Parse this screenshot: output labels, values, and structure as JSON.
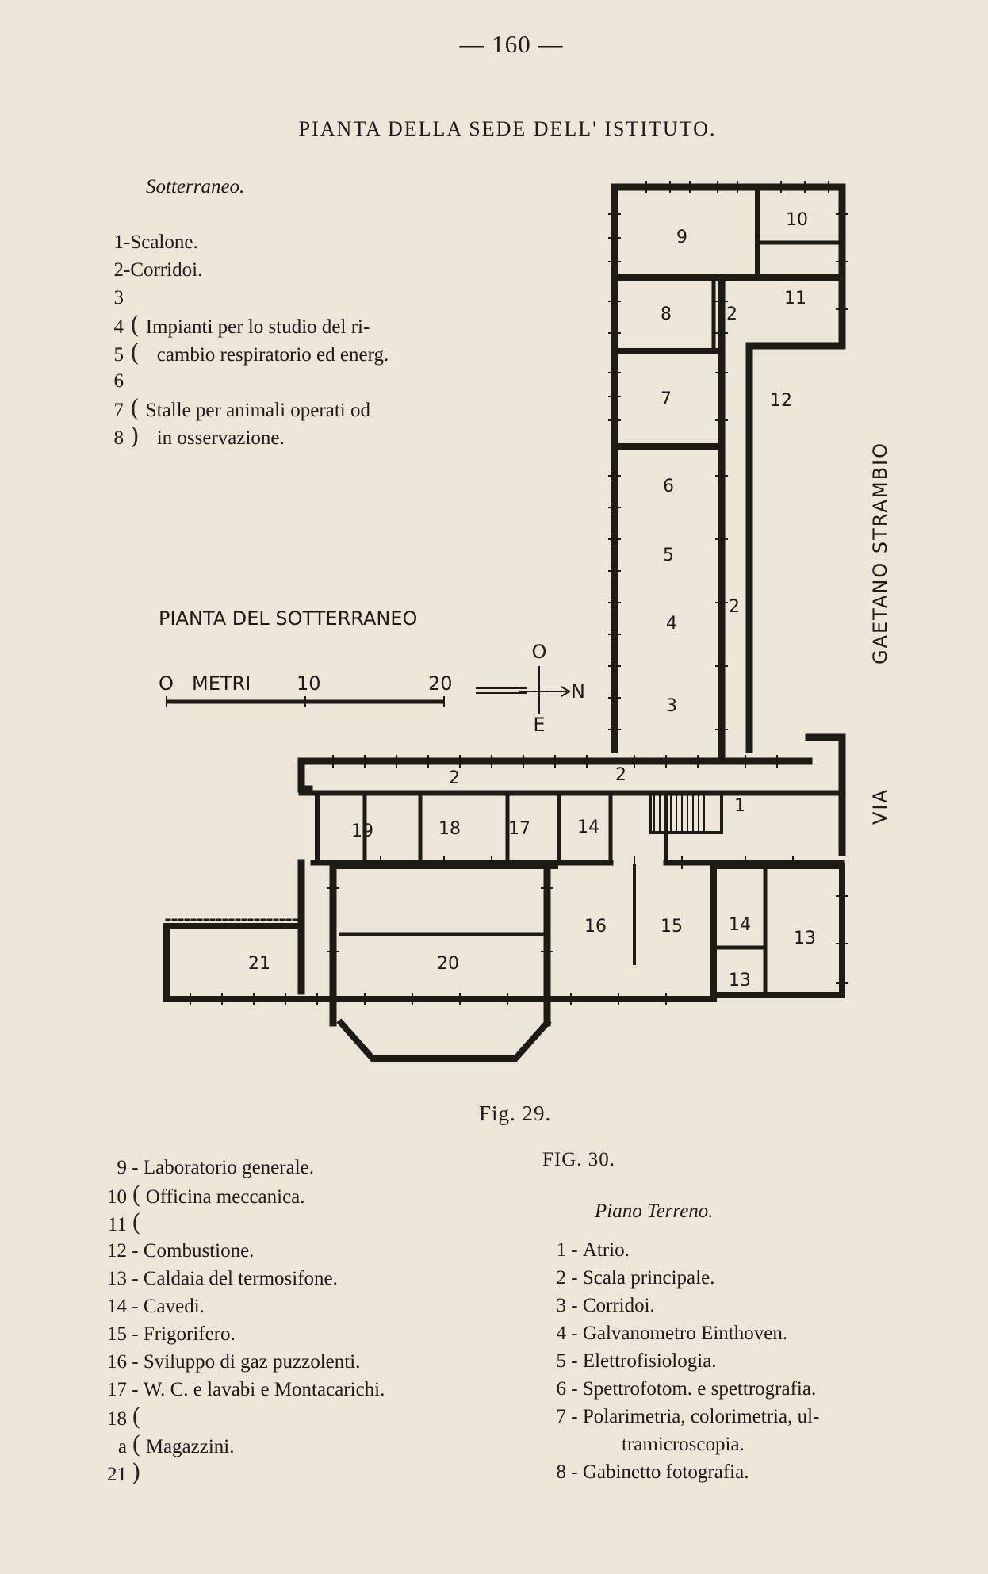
{
  "page_number": "— 160 —",
  "title": "PIANTA DELLA SEDE DELL' ISTITUTO.",
  "basement": {
    "heading": "Sotterraneo.",
    "items": [
      {
        "num": "1",
        "sep": " - ",
        "text": "Scalone."
      },
      {
        "num": "2",
        "sep": " - ",
        "text": "Corridoi."
      },
      {
        "num": "3",
        "sep": "",
        "text": ""
      },
      {
        "num": "4",
        "sep": "",
        "text": "Impianti per lo studio del ri-"
      },
      {
        "num": "5",
        "sep": "",
        "text": "cambio respiratorio ed energ."
      },
      {
        "num": "6",
        "sep": "",
        "text": ""
      },
      {
        "num": "7",
        "sep": "",
        "text": "Stalle per animali operati od"
      },
      {
        "num": "8",
        "sep": "",
        "text": "in osservazione."
      }
    ]
  },
  "plan": {
    "basement_label": "PIANTA DEL SOTTERRANEO",
    "scale_label": "O METRI 10 20",
    "scale_zero": "O",
    "scale_unit": "METRI",
    "scale_ten": "10",
    "scale_twenty": "20",
    "compass": {
      "top": "O",
      "right": "N",
      "bottom": "E"
    },
    "street_east": "GAETANO STRAMBIO",
    "street_south": "VIA",
    "rooms": [
      "1",
      "2",
      "2",
      "2",
      "2",
      "3",
      "4",
      "5",
      "6",
      "7",
      "8",
      "9",
      "10",
      "11",
      "12",
      "13",
      "13",
      "14",
      "14",
      "15",
      "16",
      "17",
      "18",
      "19",
      "20",
      "21"
    ]
  },
  "figure_caption": "Fig. 29.",
  "figure_caption_2": "FIG. 30.",
  "left_list": [
    {
      "num": "9",
      "text": "Laboratorio generale."
    },
    {
      "num": "10",
      "text": "Officina meccanica."
    },
    {
      "num": "11",
      "text": ""
    },
    {
      "num": "12",
      "text": "Combustione."
    },
    {
      "num": "13",
      "text": "Caldaia del termosifone."
    },
    {
      "num": "14",
      "text": "Cavedi."
    },
    {
      "num": "15",
      "text": "Frigorifero."
    },
    {
      "num": "16",
      "text": "Sviluppo di gaz puzzolenti."
    },
    {
      "num": "17",
      "text": "W. C. e lavabi e Montacarichi."
    },
    {
      "num": "18",
      "text": ""
    },
    {
      "num": "a",
      "text": "Magazzini."
    },
    {
      "num": "21",
      "text": ""
    }
  ],
  "ground_floor": {
    "heading": "Piano Terreno.",
    "items": [
      {
        "num": "1",
        "text": "Atrio."
      },
      {
        "num": "2",
        "text": "Scala principale."
      },
      {
        "num": "3",
        "text": "Corridoi."
      },
      {
        "num": "4",
        "text": "Galvanometro Einthoven."
      },
      {
        "num": "5",
        "text": "Elettrofisiologia."
      },
      {
        "num": "6",
        "text": "Spettrofotom. e spettrografia."
      },
      {
        "num": "7",
        "text": "Polarimetria, colorimetria, ul-"
      },
      {
        "num": "",
        "text": "tramicroscopia."
      },
      {
        "num": "8",
        "text": "Gabinetto fotografia."
      }
    ]
  }
}
